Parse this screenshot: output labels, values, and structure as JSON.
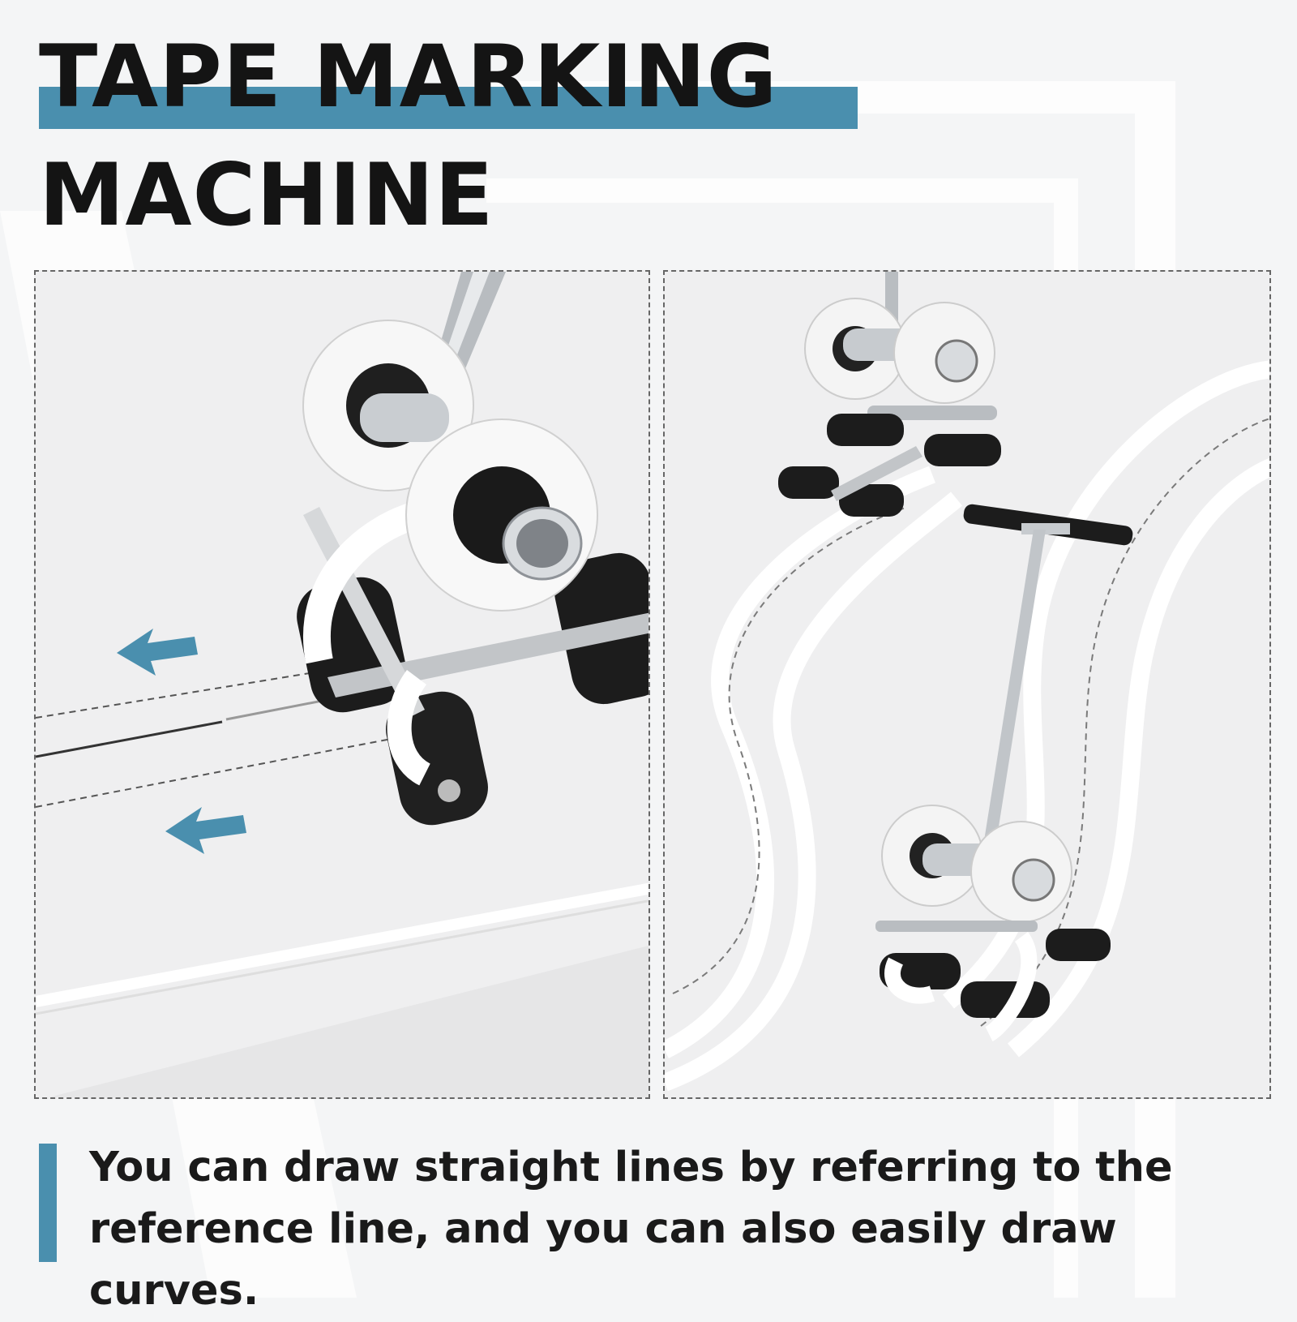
{
  "title": {
    "line1": "TAPE MARKING",
    "line2": "MACHINE"
  },
  "caption": "You can draw straight lines by referring to the reference line, and you can also easily draw curves.",
  "colors": {
    "accent": "#4a8fae",
    "title_text": "#141414",
    "background": "#f4f5f6"
  },
  "panels": [
    {
      "name": "straight-line-demo",
      "icons": [
        "left-arrow-icon",
        "left-arrow-icon"
      ]
    },
    {
      "name": "curve-line-demo",
      "icons": []
    }
  ]
}
